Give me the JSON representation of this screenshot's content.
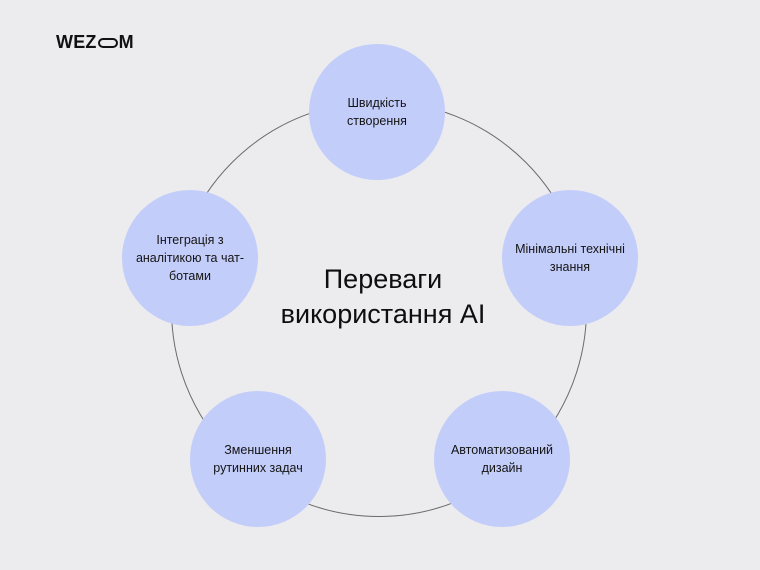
{
  "brand": {
    "logo_text_left": "WEZ",
    "logo_text_right": "M",
    "logo_full": "WEZOM"
  },
  "diagram": {
    "title_line1": "Переваги",
    "title_line2": "використання AI",
    "nodes": [
      {
        "label": "Швидкість створення"
      },
      {
        "label": "Мінімальні технічні знання"
      },
      {
        "label": "Автоматизований дизайн"
      },
      {
        "label": "Зменшення рутинних задач"
      },
      {
        "label": "Інтеграція з аналітикою та чат-ботами"
      }
    ]
  },
  "colors": {
    "background": "#ECECEE",
    "node_fill": "#C3CDF9",
    "ring_stroke": "#6B6B6E",
    "text": "#111111"
  }
}
